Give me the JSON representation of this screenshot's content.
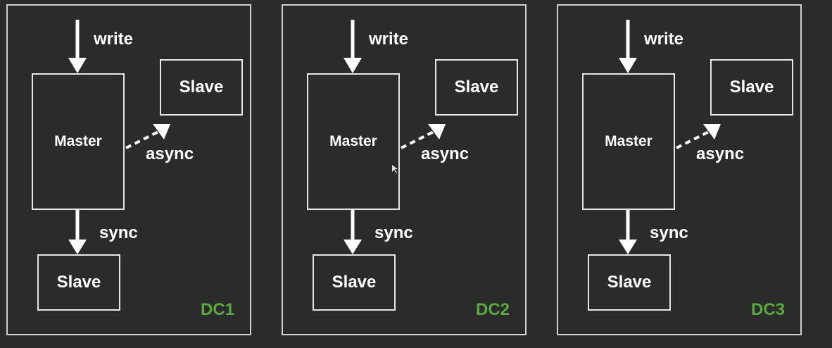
{
  "colors": {
    "background": "#2b2b2b",
    "panel_border": "#cfcfcf",
    "box_border": "#e6e6e6",
    "text": "#ffffff",
    "dc_label": "#5aa83f"
  },
  "datacenters": [
    {
      "label": "DC1",
      "master": "Master",
      "slave_async": "Slave",
      "slave_sync": "Slave",
      "write": "write",
      "async": "async",
      "sync": "sync"
    },
    {
      "label": "DC2",
      "master": "Master",
      "slave_async": "Slave",
      "slave_sync": "Slave",
      "write": "write",
      "async": "async",
      "sync": "sync"
    },
    {
      "label": "DC3",
      "master": "Master",
      "slave_async": "Slave",
      "slave_sync": "Slave",
      "write": "write",
      "async": "async",
      "sync": "sync"
    }
  ]
}
